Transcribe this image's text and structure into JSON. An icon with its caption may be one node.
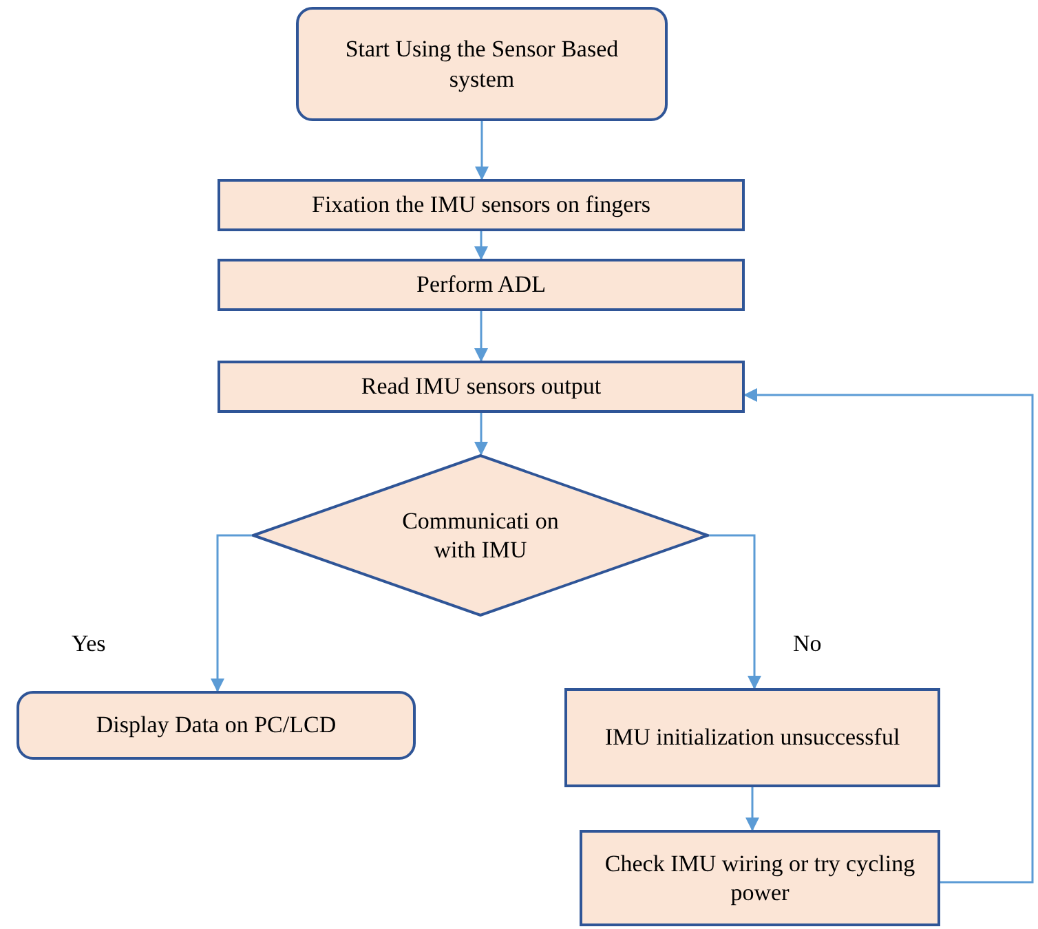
{
  "diagram": {
    "nodes": [
      {
        "text": [
          "Start Using the Sensor Based system"
        ]
      },
      {
        "text": [
          "Fixation the IMU sensors on fingers"
        ]
      },
      {
        "text": [
          "Perform ADL"
        ]
      },
      {
        "text": [
          "Read IMU sensors output"
        ]
      },
      {
        "text": [
          "Communicati on with IMU"
        ]
      },
      {
        "text": [
          "Display Data on PC/LCD"
        ]
      },
      {
        "text": [
          "IMU initialization unsuccessful"
        ]
      },
      {
        "text": [
          "Check IMU wiring or try cycling power"
        ]
      }
    ],
    "edges": [
      {
        "from": 0,
        "to": 1,
        "arrow": "to"
      },
      {
        "from": 1,
        "to": 2,
        "arrow": "to"
      },
      {
        "from": 2,
        "to": 3,
        "arrow": "to"
      },
      {
        "from": 3,
        "to": 4,
        "arrow": "to"
      },
      {
        "from": 4,
        "to": 5,
        "arrow": "to",
        "label": "Yes"
      },
      {
        "from": 4,
        "to": 6,
        "arrow": "to",
        "label": "No"
      },
      {
        "from": 6,
        "to": 7,
        "arrow": "to"
      },
      {
        "from": 7,
        "to": 3,
        "arrow": "to"
      }
    ]
  }
}
